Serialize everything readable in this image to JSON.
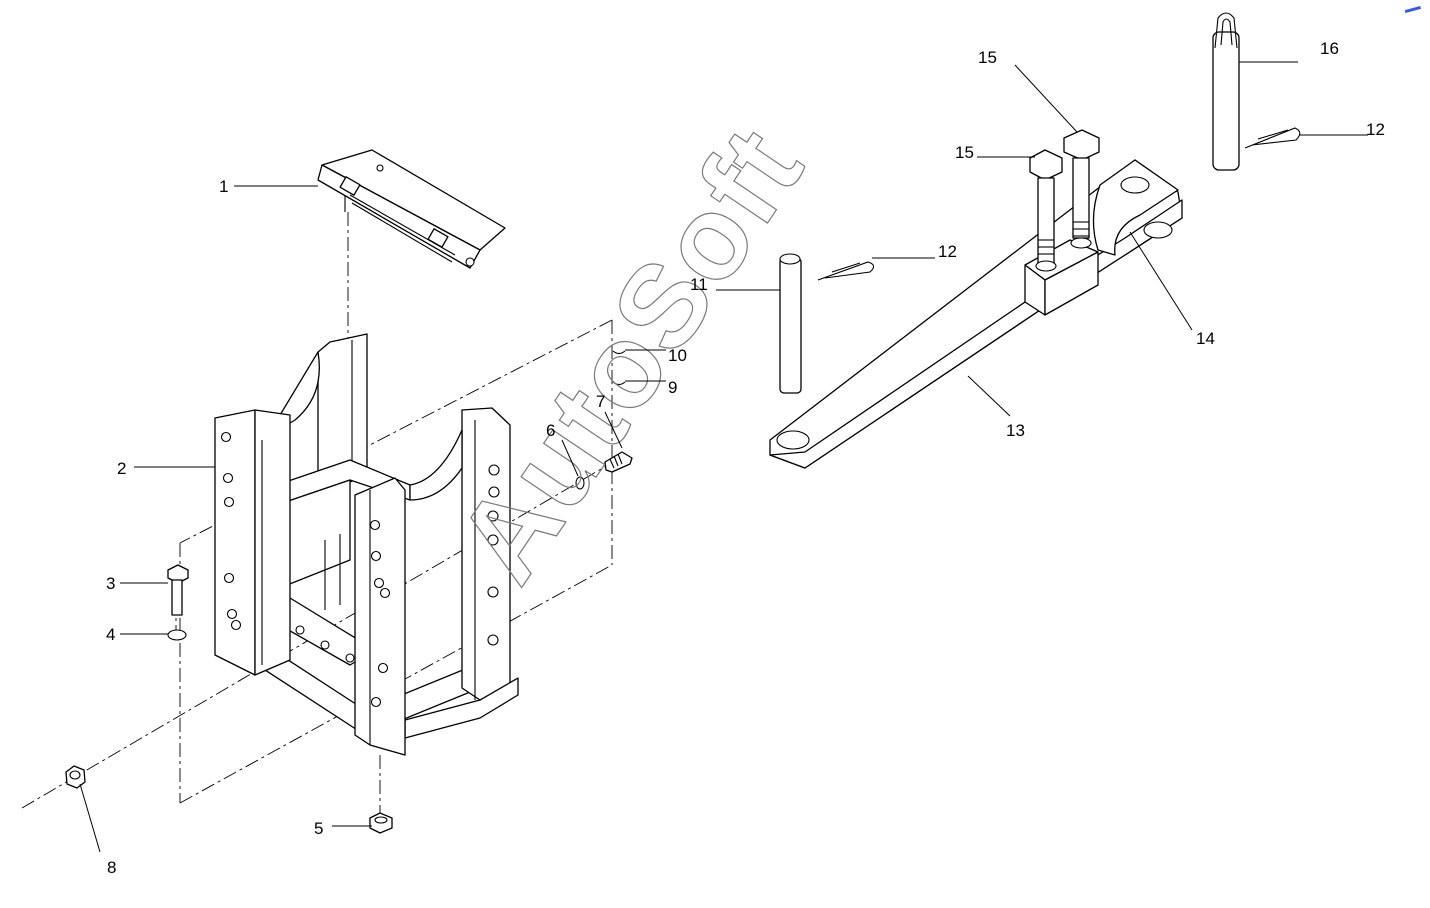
{
  "diagram": {
    "callouts": [
      "1",
      "2",
      "3",
      "4",
      "5",
      "6",
      "7",
      "8",
      "9",
      "10",
      "11",
      "12",
      "12",
      "13",
      "14",
      "15",
      "15",
      "16"
    ],
    "watermark": "AutoSoft"
  }
}
